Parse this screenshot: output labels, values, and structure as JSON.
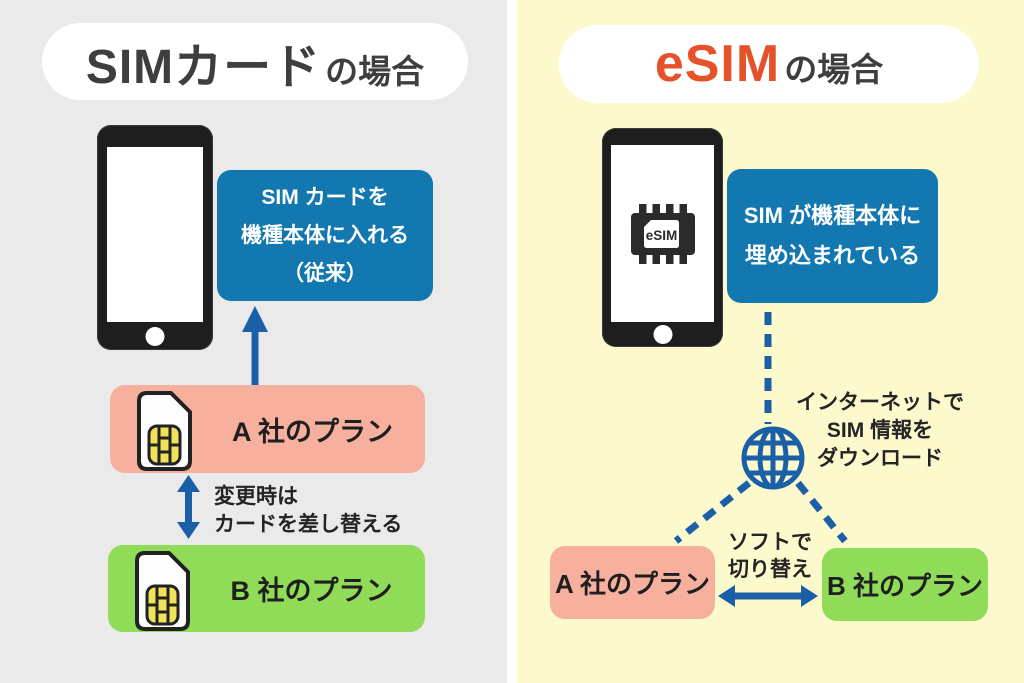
{
  "left_panel": {
    "title": {
      "highlight": "SIMカード",
      "suffix": "の場合"
    },
    "info_box_lines": [
      "SIM カードを",
      "機種本体に入れる",
      "（従来）"
    ],
    "plan_a_label": "A 社のプラン",
    "swap_note_lines": [
      "変更時は",
      "カードを差し替える"
    ],
    "plan_b_label": "B 社のプラン"
  },
  "right_panel": {
    "title": {
      "highlight": "eSIM",
      "suffix": "の場合"
    },
    "info_box_lines": [
      "SIM が機種本体に",
      "埋め込まれている"
    ],
    "chip_label": "eSIM",
    "download_note_lines": [
      "インターネットで",
      "SIM 情報を",
      "ダウンロード"
    ],
    "plan_a_label": "A 社のプラン",
    "switch_note_lines": [
      "ソフトで",
      "切り替え"
    ],
    "plan_b_label": "B 社のプラン"
  },
  "colors": {
    "left_background": "#eaeaeb",
    "right_background": "#fcf9cd",
    "info_blue": "#1478b0",
    "arrow_blue": "#1b60a6",
    "plan_a_pink": "#f6b09d",
    "plan_b_green": "#90dc58",
    "esim_orange": "#e5522a",
    "title_gray": "#3e3e3e",
    "sim_chip_yellow": "#f0e25b"
  }
}
